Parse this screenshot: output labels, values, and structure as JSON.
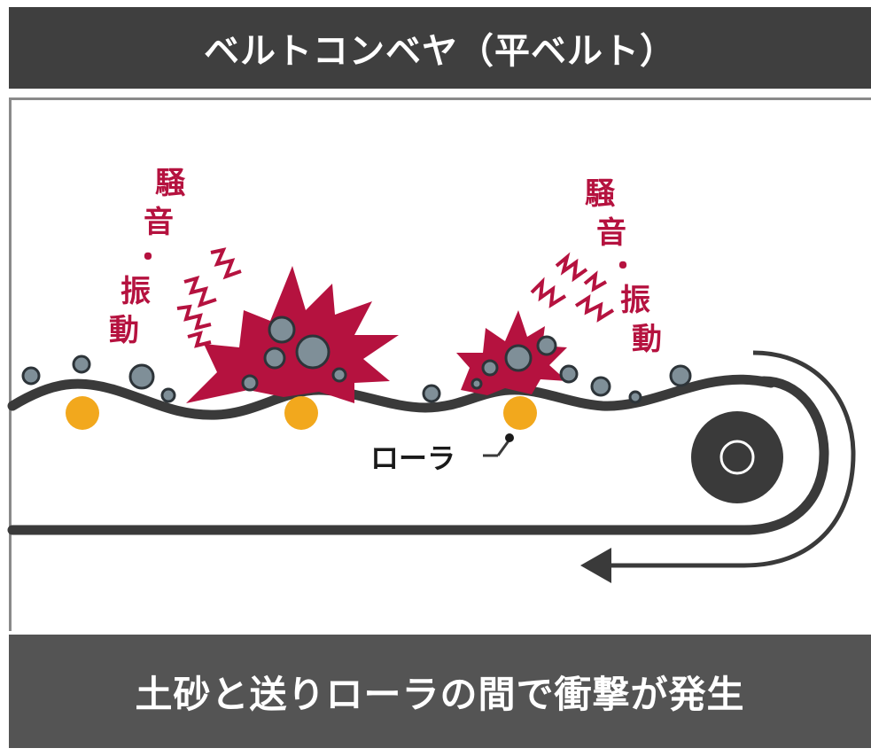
{
  "title": "ベルトコンベヤ（平ベルト）",
  "caption": "土砂と送りローラの間で衝撃が発生",
  "labels": {
    "noise_left": [
      "騒",
      "音",
      "・",
      "振",
      "動"
    ],
    "noise_right": [
      "騒",
      "音",
      "・",
      "振",
      "動"
    ],
    "roller": "ローラ"
  },
  "colors": {
    "title_bar": "#3f3f3f",
    "caption_bar": "#545454",
    "belt": "#3a3a3a",
    "impact": "#b5123f",
    "roller": "#f2a81d",
    "rock": "#7f8f98",
    "noise_text": "#b5123f",
    "drum": "#3a3a3a"
  },
  "icons": {
    "impact_burst": "starburst",
    "noise_waves": "zigzag-lines",
    "direction": "arrow-left"
  }
}
